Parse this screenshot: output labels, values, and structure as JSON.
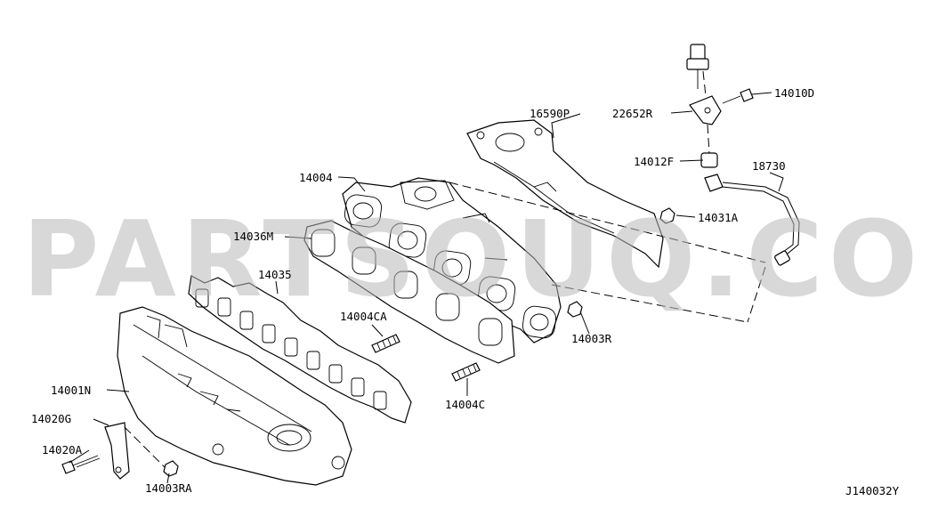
{
  "watermark": "PARTSOUQ.COM",
  "diagram_code": "J140032Y",
  "labels": {
    "p16590P": "16590P",
    "p14010D": "14010D",
    "p22652R": "22652R",
    "p14012F": "14012F",
    "p18730": "18730",
    "p14004": "14004",
    "p14031A": "14031A",
    "p14036M": "14036M",
    "p14035": "14035",
    "p14004CA": "14004CA",
    "p14003R": "14003R",
    "p14001N": "14001N",
    "p14004C": "14004C",
    "p14020G": "14020G",
    "p14020A": "14020A",
    "p14003RA": "14003RA"
  }
}
